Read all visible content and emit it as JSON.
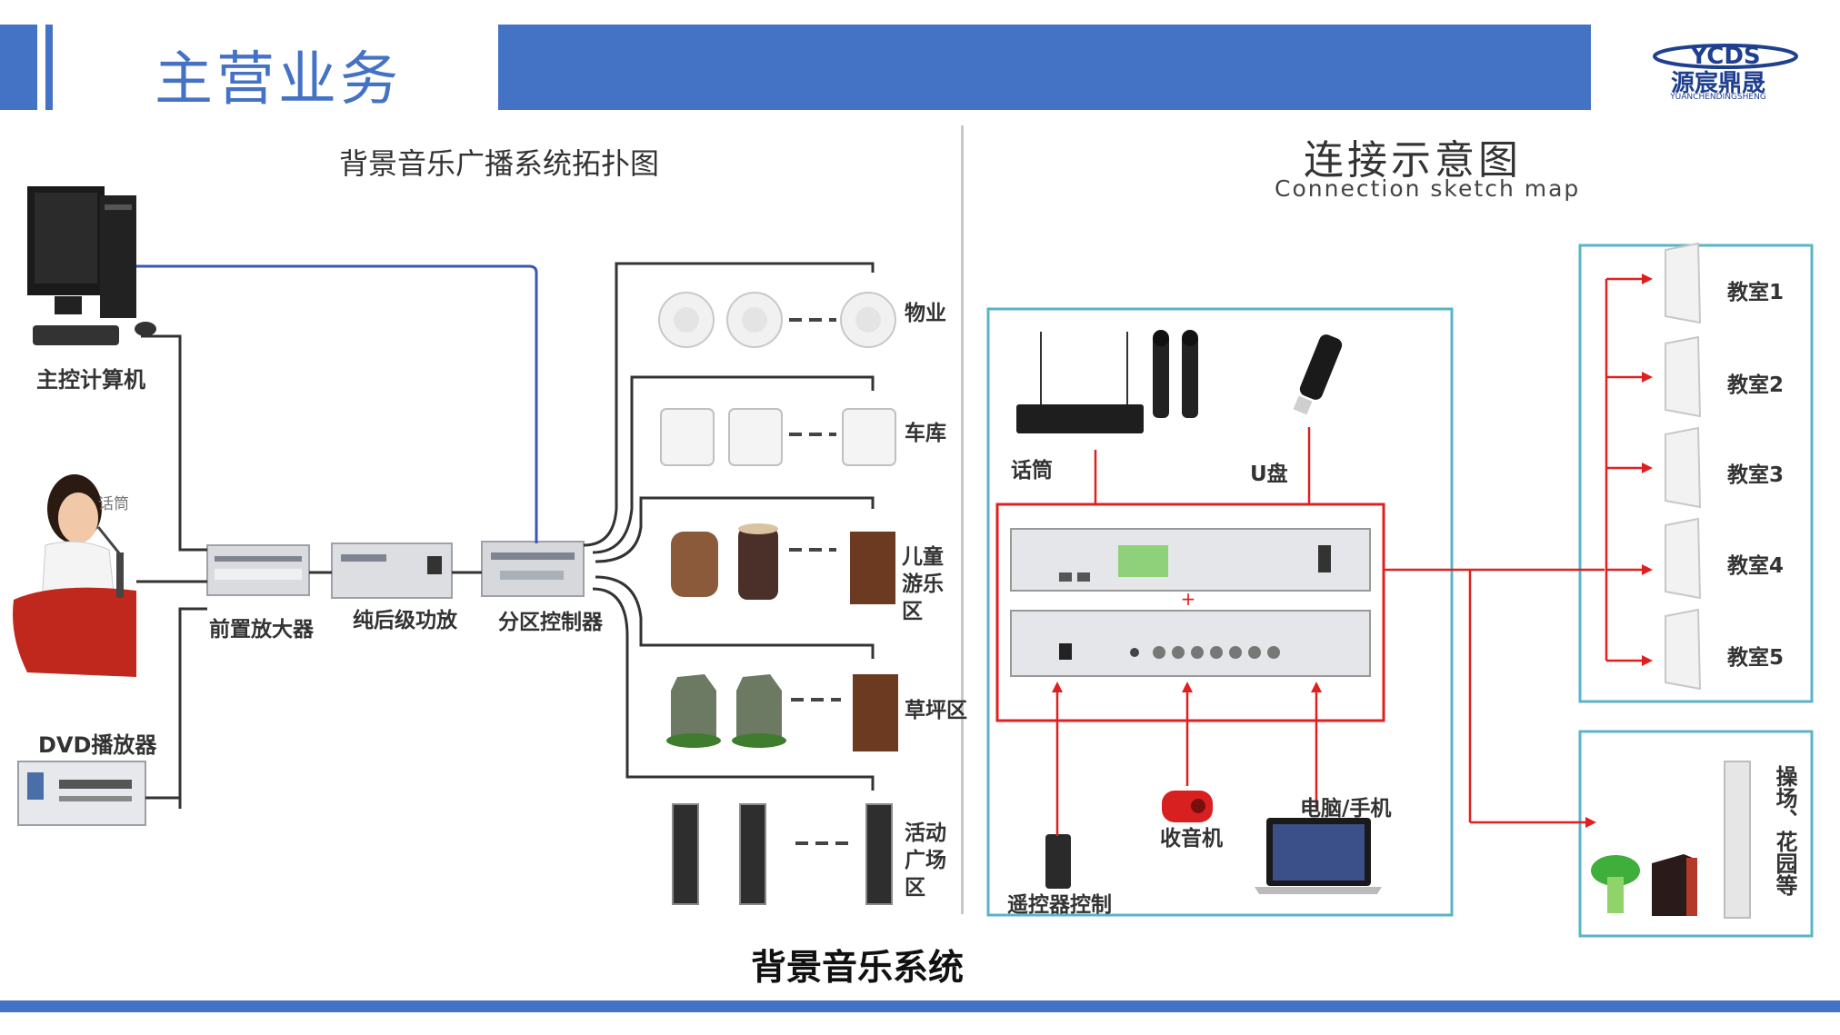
{
  "header": {
    "title": "主营业务"
  },
  "logo": {
    "brand_cn": "源宸鼎晟",
    "brand_en": "YUANCHENDINGSHENG",
    "mark": "YCDS"
  },
  "left_diagram": {
    "title": "背景音乐广播系统拓扑图",
    "sources": {
      "computer": "主控计算机",
      "mic_tag": "话筒",
      "dvd": "DVD播放器"
    },
    "chain": {
      "preamp": "前置放大器",
      "power_amp": "纯后级功放",
      "zone_controller": "分区控制器"
    },
    "zones": [
      "物业",
      "车库",
      "儿童游乐区",
      "草坪区",
      "活动广场区"
    ]
  },
  "right_diagram": {
    "title": "连接示意图",
    "subtitle": "Connection  sketch  map",
    "inputs": {
      "microphone": "话筒",
      "usb": "U盘",
      "remote": "遥控器控制",
      "radio": "收音机",
      "pc_phone": "电脑/手机"
    },
    "rooms": [
      "教室1",
      "教室2",
      "教室3",
      "教室4",
      "教室5"
    ],
    "outdoor": "操场、花园等",
    "colors": {
      "line": "#e02020",
      "box": "#5ab4c8"
    }
  },
  "caption": "背景音乐系统",
  "colors": {
    "accent": "#4472c4"
  }
}
